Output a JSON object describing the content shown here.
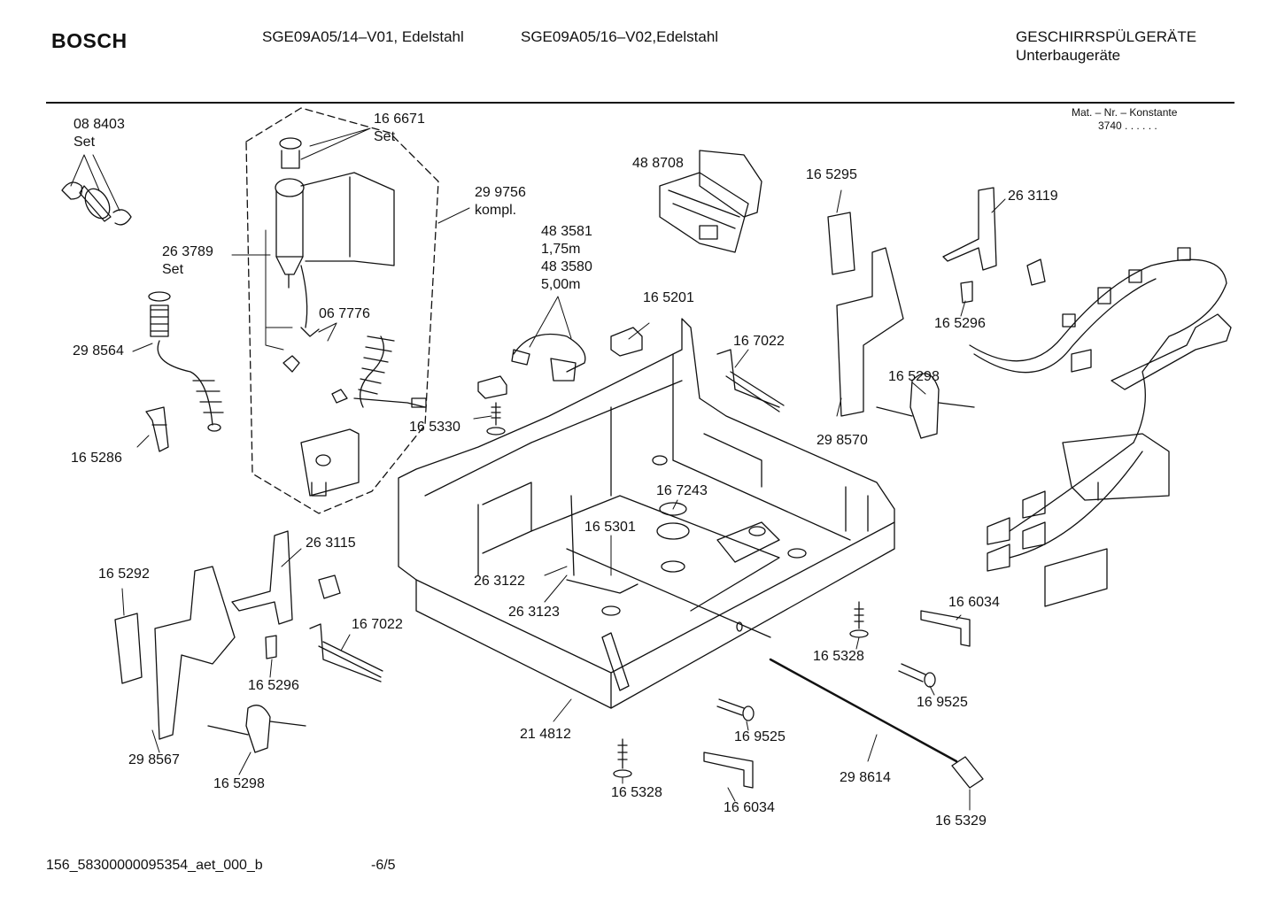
{
  "header": {
    "brand": "BOSCH",
    "model_1": "SGE09A05/14–V01, Edelstahl",
    "model_2": "SGE09A05/16–V02,Edelstahl",
    "category": "GESCHIRRSPÜLGERÄTE",
    "subcategory": "Unterbaugeräte",
    "mat_label": "Mat. – Nr. – Konstante",
    "mat_value": "3740 . . . . . ."
  },
  "footer": {
    "doc_id": "156_58300000095354_aet_000_b",
    "page": "-6/5"
  },
  "parts": [
    {
      "id": "p01",
      "lines": [
        "08 8403",
        "Set"
      ]
    },
    {
      "id": "p02",
      "lines": [
        "16 6671",
        "Set"
      ]
    },
    {
      "id": "p03",
      "lines": [
        "29 9756",
        "kompl."
      ]
    },
    {
      "id": "p04",
      "lines": [
        "48 8708"
      ]
    },
    {
      "id": "p05",
      "lines": [
        "16 5295"
      ]
    },
    {
      "id": "p06",
      "lines": [
        "26 3119"
      ]
    },
    {
      "id": "p07",
      "lines": [
        "26 3789",
        "Set"
      ]
    },
    {
      "id": "p08",
      "lines": [
        "48 3581",
        "1,75m",
        "48 3580",
        "5,00m"
      ]
    },
    {
      "id": "p09",
      "lines": [
        "06 7776"
      ]
    },
    {
      "id": "p10",
      "lines": [
        "16 5201"
      ]
    },
    {
      "id": "p11",
      "lines": [
        "16 5296"
      ]
    },
    {
      "id": "p12",
      "lines": [
        "29 8564"
      ]
    },
    {
      "id": "p13",
      "lines": [
        "16 7022"
      ]
    },
    {
      "id": "p14",
      "lines": [
        "16 5298"
      ]
    },
    {
      "id": "p15",
      "lines": [
        "16 5330"
      ]
    },
    {
      "id": "p16",
      "lines": [
        "29 8570"
      ]
    },
    {
      "id": "p17",
      "lines": [
        "16 5286"
      ]
    },
    {
      "id": "p18",
      "lines": [
        "16 7243"
      ]
    },
    {
      "id": "p19",
      "lines": [
        "26 3115"
      ]
    },
    {
      "id": "p20",
      "lines": [
        "16 5301"
      ]
    },
    {
      "id": "p21",
      "lines": [
        "16 5292"
      ]
    },
    {
      "id": "p22",
      "lines": [
        "26 3122"
      ]
    },
    {
      "id": "p23",
      "lines": [
        "26 3123"
      ]
    },
    {
      "id": "p24",
      "lines": [
        "16 7022"
      ]
    },
    {
      "id": "p25",
      "lines": [
        "16 6034"
      ]
    },
    {
      "id": "p26",
      "lines": [
        "16 5296"
      ]
    },
    {
      "id": "p27",
      "lines": [
        "16 5328"
      ]
    },
    {
      "id": "p28",
      "lines": [
        "16 9525"
      ]
    },
    {
      "id": "p29",
      "lines": [
        "29 8567"
      ]
    },
    {
      "id": "p30",
      "lines": [
        "21 4812"
      ]
    },
    {
      "id": "p31",
      "lines": [
        "16 9525"
      ]
    },
    {
      "id": "p32",
      "lines": [
        "16 5298"
      ]
    },
    {
      "id": "p33",
      "lines": [
        "29 8614"
      ]
    },
    {
      "id": "p34",
      "lines": [
        "16 5328"
      ]
    },
    {
      "id": "p35",
      "lines": [
        "16 6034"
      ]
    },
    {
      "id": "p36",
      "lines": [
        "16 5329"
      ]
    }
  ]
}
